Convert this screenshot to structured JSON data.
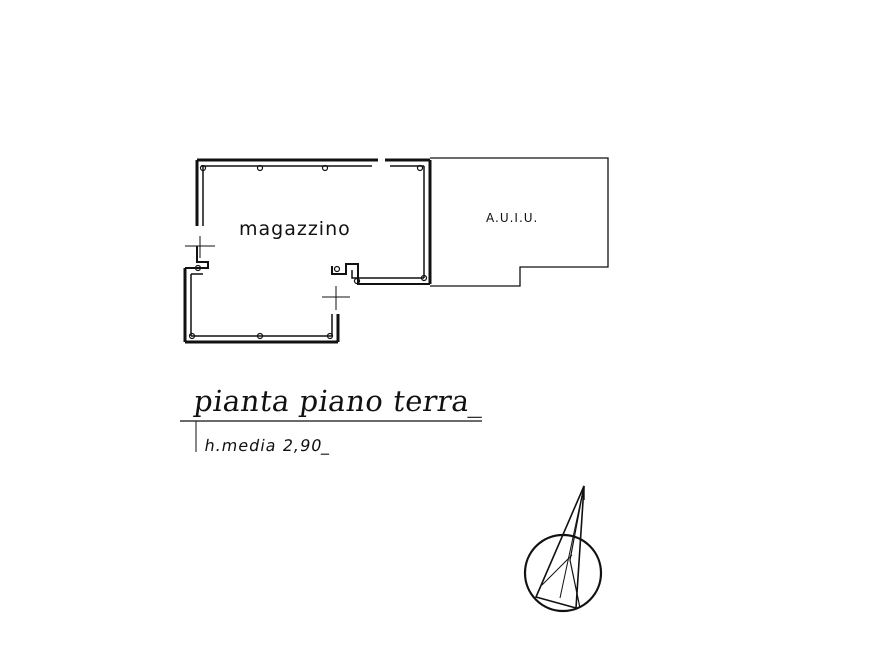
{
  "drawing": {
    "title": "pianta piano terra",
    "title_suffix": "_",
    "subtitle": "h.media",
    "height_value": "2,90",
    "height_suffix": "_"
  },
  "rooms": [
    {
      "name": "magazzino"
    },
    {
      "name": "A.U.I.U."
    }
  ],
  "symbols": {
    "north_arrow": "north-arrow-icon"
  },
  "colors": {
    "ink": "#111111",
    "paper": "#ffffff"
  }
}
